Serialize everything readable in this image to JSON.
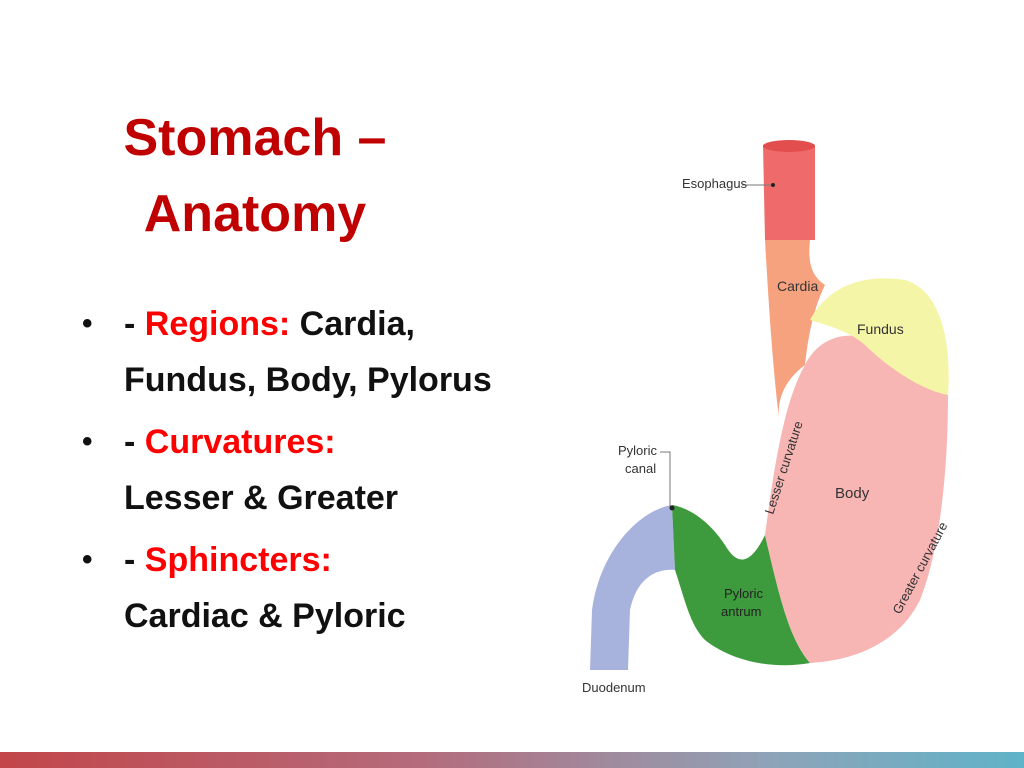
{
  "slide": {
    "title_line1": "Stomach –",
    "title_line2": "Anatomy"
  },
  "bullets": [
    {
      "marker": "•",
      "prefix": "- ",
      "key": "Regions:",
      "line1_rest": " Cardia,",
      "rest": "Fundus, Body, Pylorus"
    },
    {
      "marker": "•",
      "prefix": "- ",
      "key": "Curvatures:",
      "line1_rest": "",
      "rest": "Lesser & Greater"
    },
    {
      "marker": "•",
      "prefix": "- ",
      "key": "Sphincters:",
      "line1_rest": "",
      "rest": "Cardiac & Pyloric"
    }
  ],
  "diagram": {
    "labels": {
      "esophagus": "Esophagus",
      "cardia": "Cardia",
      "fundus": "Fundus",
      "lesser_curvature": "Lesser curvature",
      "body": "Body",
      "greater_curvature": "Greater curvature",
      "pyloric_canal_1": "Pyloric",
      "pyloric_canal_2": "canal",
      "pyloric_antrum_1": "Pyloric",
      "pyloric_antrum_2": "antrum",
      "duodenum": "Duodenum"
    },
    "colors": {
      "esophagus": "#ef6b6b",
      "cardia": "#f7a27f",
      "fundus": "#f5f5a8",
      "body": "#f7b5b3",
      "antrum": "#3d9a3d",
      "duodenum": "#a7b3dd",
      "title": "#c00000",
      "highlight": "#ff0000"
    }
  }
}
